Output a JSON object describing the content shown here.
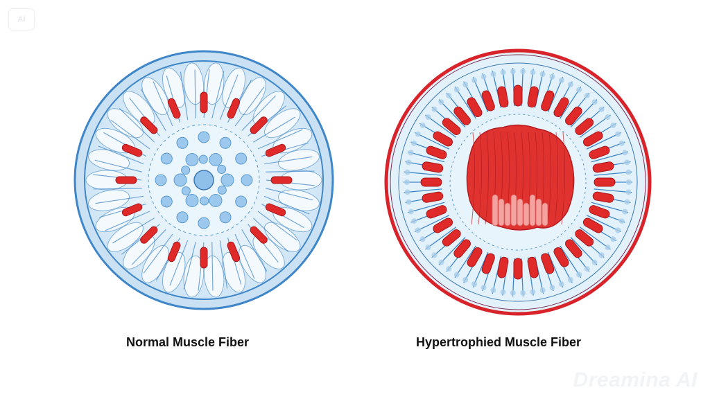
{
  "figures": [
    {
      "id": "normal",
      "label": "Normal Muscle Fiber",
      "border_color": "#3f86c8",
      "fill_color": "#d8ecf8",
      "nuclei_color": "#e02a2a",
      "nuclei_count": 16,
      "core": "round mitochondria / myofibril dots"
    },
    {
      "id": "hypertrophied",
      "label": "Hypertrophied Muscle Fiber",
      "border_color": "#d8232a",
      "fill_color": "#e3f2fa",
      "nuclei_color": "#e02a2a",
      "nuclei_count": 36,
      "core": "enlarged red myofibril bundle"
    }
  ],
  "watermark": {
    "badge": "AI",
    "text": "Dreamina AI"
  }
}
